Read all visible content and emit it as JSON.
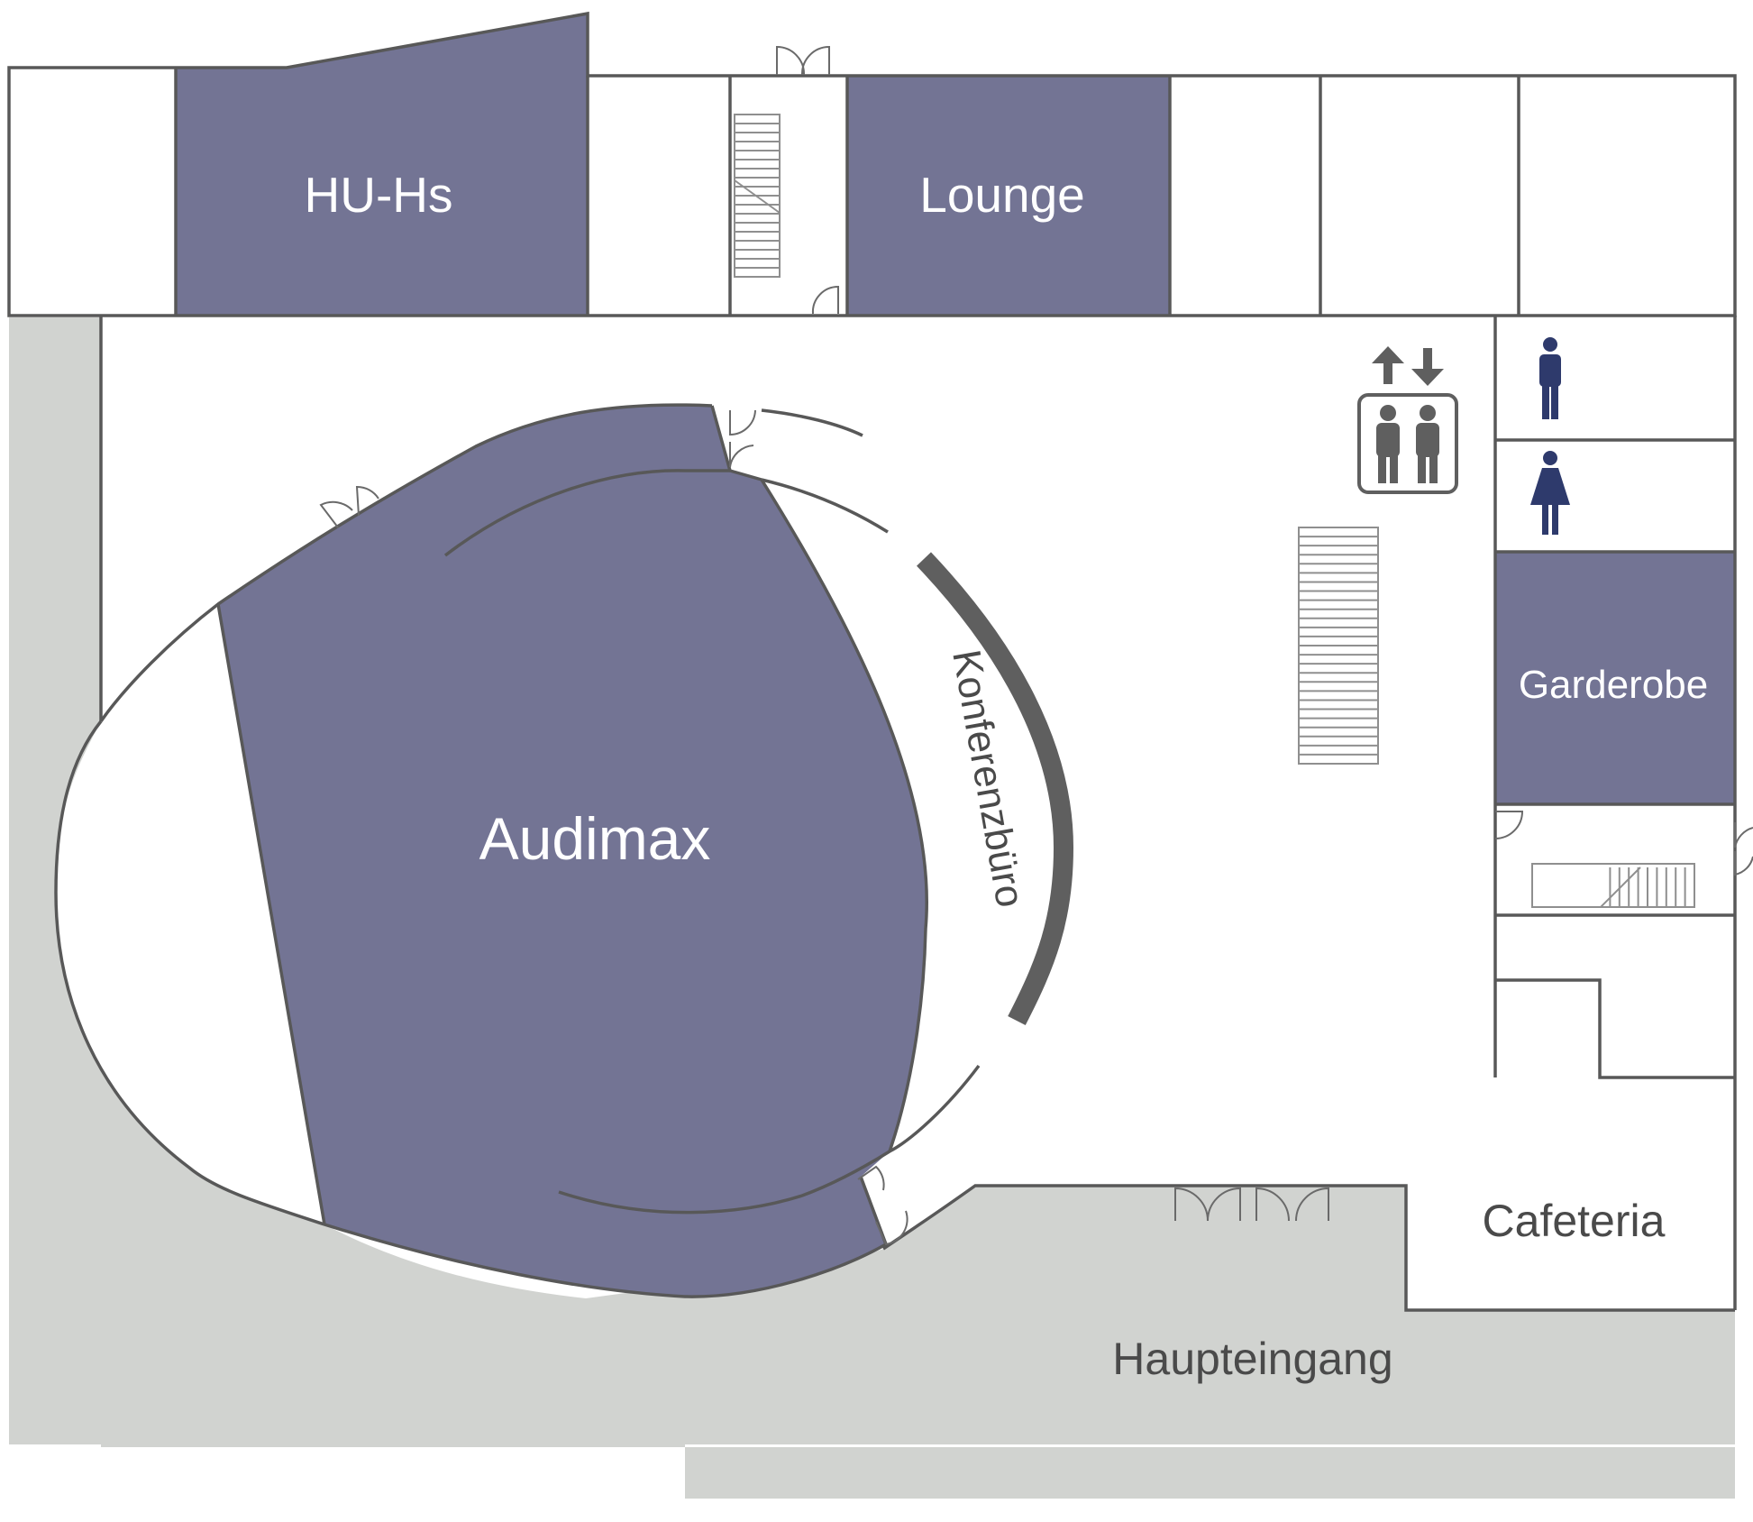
{
  "colors": {
    "room_highlight": "#737494",
    "outdoor_ground": "#d1d3d0",
    "walls": "#585858",
    "floor": "#ffffff",
    "label_light": "#ffffff",
    "label_dark": "#4a4a4a",
    "toilet_icon": "#2e3a6c",
    "elevator_icon": "#5f5f5f"
  },
  "rooms": {
    "hu_hs": "HU-Hs",
    "lounge": "Lounge",
    "audimax": "Audimax",
    "konferenzbuero": "Konferenzbüro",
    "garderobe": "Garderobe",
    "cafeteria": "Cafeteria",
    "haupteingang": "Haupteingang"
  },
  "icons": {
    "elevator": "elevator-icon",
    "up_arrow": "up-arrow-icon",
    "down_arrow": "down-arrow-icon",
    "mens_toilet": "male-restroom-icon",
    "womens_toilet": "female-restroom-icon",
    "stairs": "stairs-icon",
    "door": "door-icon"
  }
}
